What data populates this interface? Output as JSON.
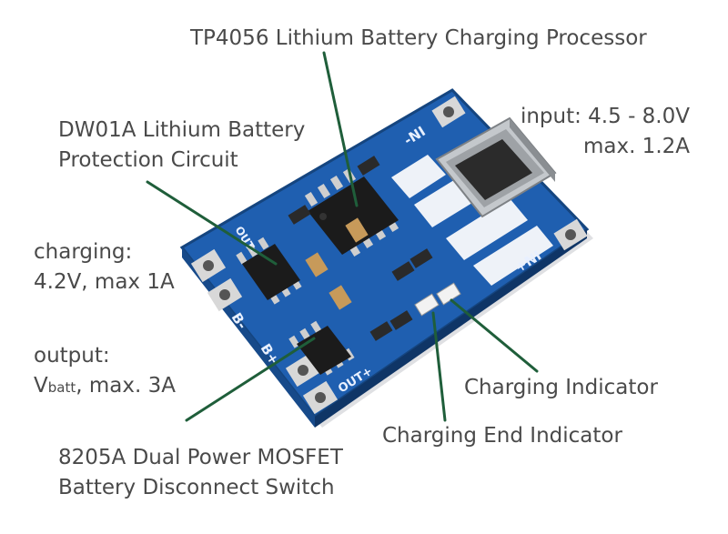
{
  "labels": {
    "tp4056": "TP4056 Lithium Battery Charging Processor",
    "dw01a_line1": "DW01A Lithium Battery",
    "dw01a_line2": "Protection Circuit",
    "input_line1": "input: 4.5 - 8.0V",
    "input_line2": "max. 1.2A",
    "charging_line1": "charging:",
    "charging_line2": "4.2V, max 1A",
    "output_line1": "output:",
    "output_v": "V",
    "output_sub": "batt",
    "output_rest": ", max. 3A",
    "mosfet_line1": "8205A Dual Power MOSFET",
    "mosfet_line2": "Battery Disconnect Switch",
    "charging_indicator": "Charging Indicator",
    "charging_end_indicator": "Charging End Indicator"
  },
  "board_silkscreen": {
    "in_minus": "-NI",
    "in_plus": "+NI",
    "out_minus": "OUT-",
    "out_plus": "OUT+",
    "b_minus": "B-",
    "b_plus": "B+"
  },
  "colors": {
    "pcb": "#1f5fb0",
    "pointer": "#1f5e3a",
    "text": "#4a4a4a"
  }
}
